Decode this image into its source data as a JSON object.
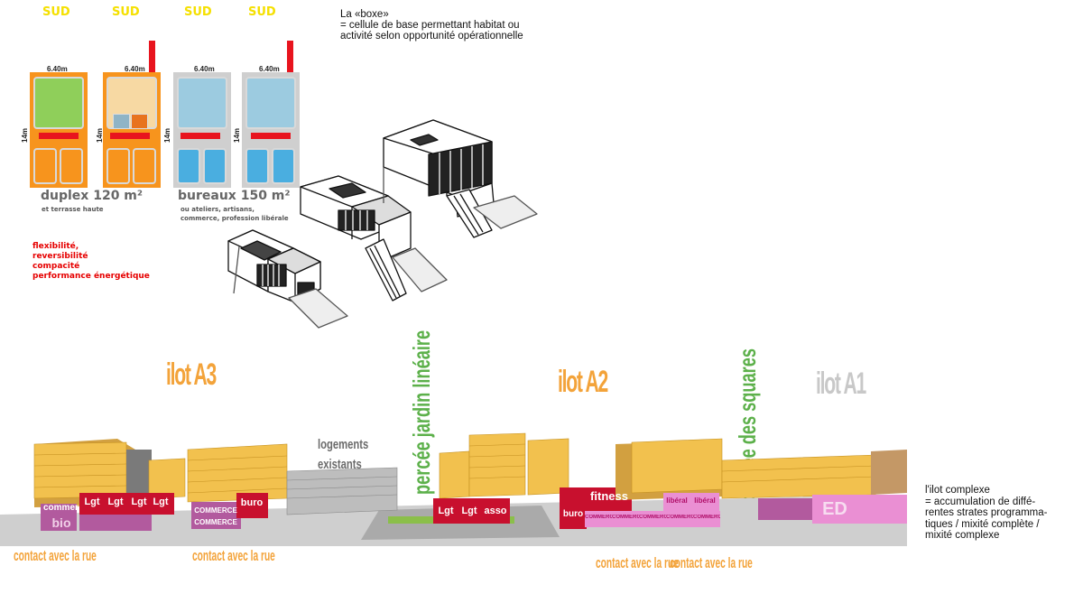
{
  "plans": {
    "sud": [
      "SUD",
      "SUD",
      "SUD",
      "SUD"
    ],
    "width_dims": [
      "6.40m",
      "6.40m",
      "6.40m",
      "6.40m"
    ],
    "depth_dims": [
      "14m",
      "14m",
      "14m",
      "14m"
    ],
    "duplex_title": "duplex 120 m²",
    "duplex_sub": "et terrasse haute",
    "bureaux_title": "bureaux 150 m²",
    "bureaux_sub_1": "ou ateliers, artisans,",
    "bureaux_sub_2": "commerce, profession libérale",
    "qualities": [
      "flexibilité,",
      "reversibilité",
      "compacité",
      "performance énergétique"
    ]
  },
  "intro": {
    "line1": "La «boxe»",
    "line2": "= cellule de base permettant habitat ou",
    "line3": "activité selon opportunité opérationnelle"
  },
  "section": {
    "ilot_a3": "ilot A3",
    "ilot_a2": "ilot A2",
    "ilot_a1": "ilot A1",
    "percee_jardin": "percée jardin linéaire",
    "percee_squares": "percée des squares",
    "logements_1": "logements",
    "logements_2": "existants",
    "contact": [
      "contact avec la rue",
      "contact avec la rue",
      "contact avec la rue",
      "contact avec la rue"
    ],
    "programs": {
      "commerce": "commerce",
      "bio": "bio",
      "lgt": "Lgt",
      "commerce_caps": "COMMERCE",
      "buro": "buro",
      "asso": "asso",
      "fitness": "fitness",
      "liberal": "libéral",
      "ed": "ED"
    }
  },
  "complex": {
    "line1": "l'ilot complexe",
    "line2": "= accumulation de diffé-",
    "line3": "rentes strates programma-",
    "line4": "tiques / mixité complète /",
    "line5": "mixité complexe"
  },
  "colors": {
    "sud_yellow": "#f5e000",
    "orange": "#f7941d",
    "green": "#8fcf5a",
    "light_blue": "#9ccbe0",
    "blue": "#4aaee0",
    "red": "#e8141e",
    "ilot_orange": "#f3a33a",
    "ilot_gray": "#c8c8c8",
    "percee_green": "#5cb04a",
    "text_red": "#e60000"
  }
}
